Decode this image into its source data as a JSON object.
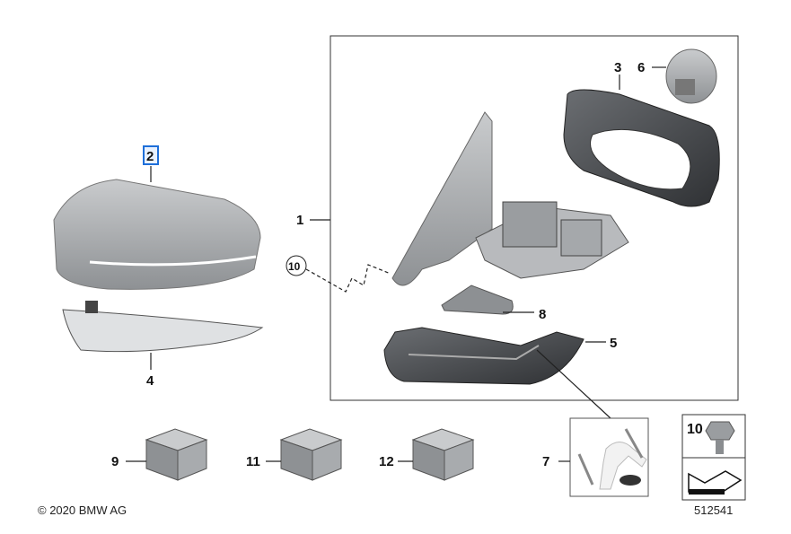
{
  "diagram": {
    "callouts": {
      "p1": "1",
      "p2": "2",
      "p3": "3",
      "p4": "4",
      "p5": "5",
      "p6": "6",
      "p7": "7",
      "p8": "8",
      "p9": "9",
      "p10_circle": "10",
      "p10_box": "10",
      "p11": "11",
      "p12": "12"
    },
    "highlight_color": "#1e6fd9",
    "copyright": "© 2020 BMW AG",
    "diagram_number": "512541"
  }
}
